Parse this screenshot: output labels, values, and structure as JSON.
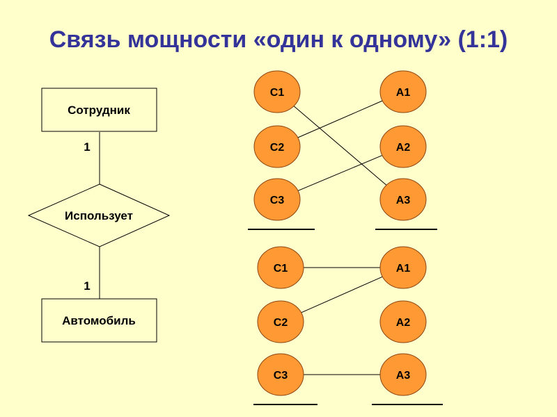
{
  "slide": {
    "title": "Связь мощности «один к одному» (1:1)"
  },
  "er": {
    "entity_top": "Сотрудник",
    "relationship": "Использует",
    "entity_bottom": "Автомобиль",
    "cardinality_top": "1",
    "cardinality_bottom": "1"
  },
  "mapping_top": {
    "left": [
      "C1",
      "C2",
      "C3"
    ],
    "right": [
      "A1",
      "A2",
      "A3"
    ],
    "links": [
      [
        "C1",
        "A3"
      ],
      [
        "C2",
        "A1"
      ],
      [
        "C3",
        "A2"
      ]
    ]
  },
  "mapping_bottom": {
    "left": [
      "C1",
      "C2",
      "C3"
    ],
    "right": [
      "A1",
      "A2",
      "A3"
    ],
    "links": [
      [
        "C1",
        "A1"
      ],
      [
        "C2",
        "A1"
      ],
      [
        "C3",
        "A3"
      ]
    ]
  },
  "colors": {
    "background": "#FFFFCC",
    "title": "#333399",
    "node_fill": "#FF9933",
    "node_stroke": "#8B4513",
    "line": "#000000"
  }
}
